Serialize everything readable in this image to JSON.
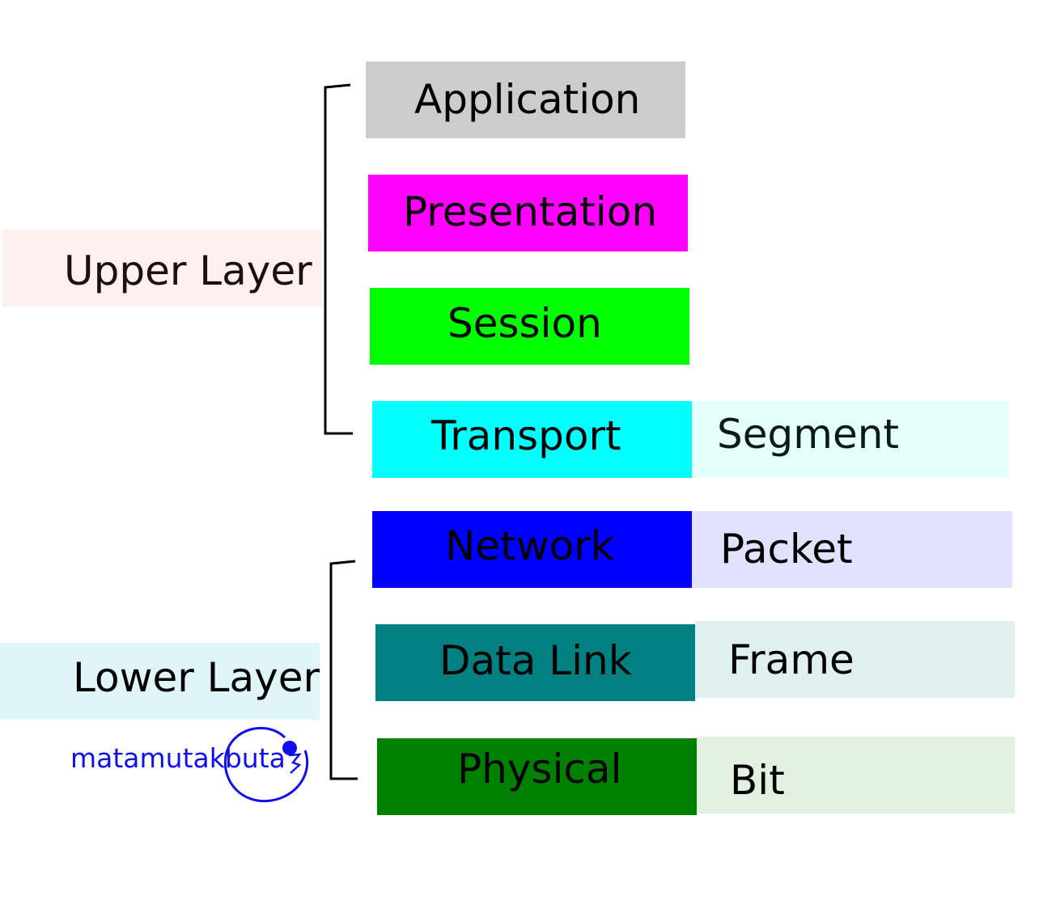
{
  "groups": {
    "upper": {
      "label": "Upper Layer",
      "bg": "#fff0f0"
    },
    "lower": {
      "label": "Lower Layer",
      "bg": "#e0f5f7"
    }
  },
  "layers": [
    {
      "name": "Application",
      "color": "#cccccc"
    },
    {
      "name": "Presentation",
      "color": "#ff00ff"
    },
    {
      "name": "Session",
      "color": "#00ff00"
    },
    {
      "name": "Transport",
      "color": "#00ffff",
      "pdu": "Segment",
      "pdu_bg": "#e4fffe"
    },
    {
      "name": "Network",
      "color": "#0000ff",
      "pdu": "Packet",
      "pdu_bg": "#e2e2ff"
    },
    {
      "name": "Data Link",
      "color": "#008080",
      "pdu": "Frame",
      "pdu_bg": "#e0f0ef"
    },
    {
      "name": "Physical",
      "color": "#008000",
      "pdu": "Bit",
      "pdu_bg": "#e2f0e2"
    }
  ],
  "watermark": {
    "text": "matamutakbuta",
    "color": "#1010ee"
  }
}
